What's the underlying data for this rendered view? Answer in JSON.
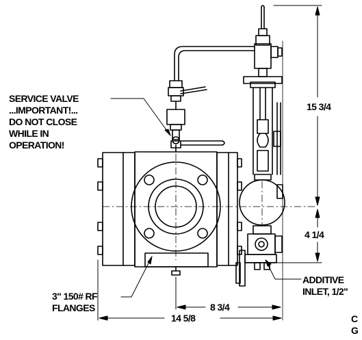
{
  "labels": {
    "service_valve": [
      "SERVICE VALVE",
      "...IMPORTANT!...",
      "DO NOT CLOSE",
      "WHILE IN",
      "OPERATION!"
    ],
    "flanges": [
      "3\" 150# RF",
      "FLANGES"
    ],
    "additive_inlet": [
      "ADDITIVE",
      "INLET, 1/2\""
    ],
    "cut_off": [
      "C",
      "G"
    ]
  },
  "dimensions": {
    "height_upper": "15 3/4",
    "height_lower": "4 1/4",
    "width_right": "8 3/4",
    "width_total": "14 5/8"
  },
  "colors": {
    "line": "#000000",
    "background": "#ffffff"
  }
}
